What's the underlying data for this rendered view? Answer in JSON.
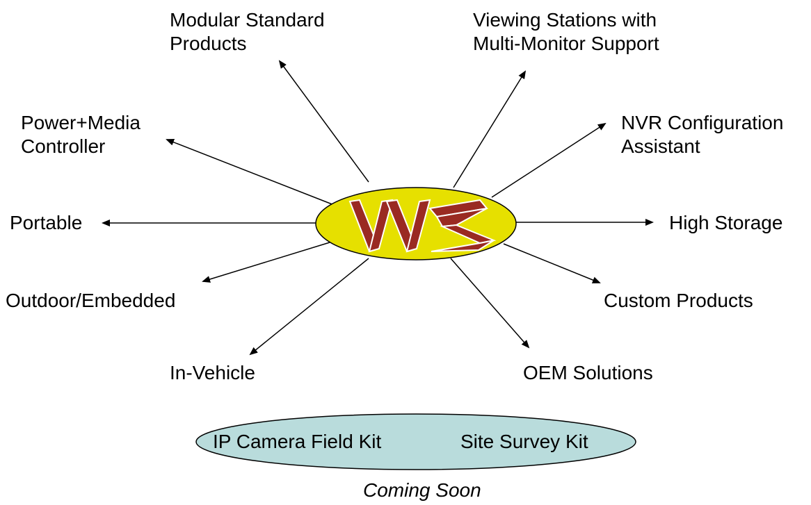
{
  "colors": {
    "hub_fill": "#e6e000",
    "hub_stroke": "#000000",
    "logo_fill": "#9a2a22",
    "logo_stroke": "#ffffff",
    "kits_fill": "#b9dcdc",
    "arrow": "#000000"
  },
  "hub": {
    "logo_text": "VVS"
  },
  "nodes": {
    "modular": [
      "Modular Standard",
      "Products"
    ],
    "viewing": [
      "Viewing Stations with",
      "Multi-Monitor Support"
    ],
    "power": [
      "Power+Media",
      "Controller"
    ],
    "nvr": [
      "NVR Configuration",
      "Assistant"
    ],
    "portable": [
      "Portable"
    ],
    "storage": [
      "High Storage"
    ],
    "outdoor": [
      "Outdoor/Embedded"
    ],
    "custom": [
      "Custom Products"
    ],
    "vehicle": [
      "In-Vehicle"
    ],
    "oem": [
      "OEM Solutions"
    ]
  },
  "kits": {
    "items": [
      "IP Camera Field Kit",
      "Site Survey Kit"
    ],
    "caption": "Coming Soon"
  }
}
